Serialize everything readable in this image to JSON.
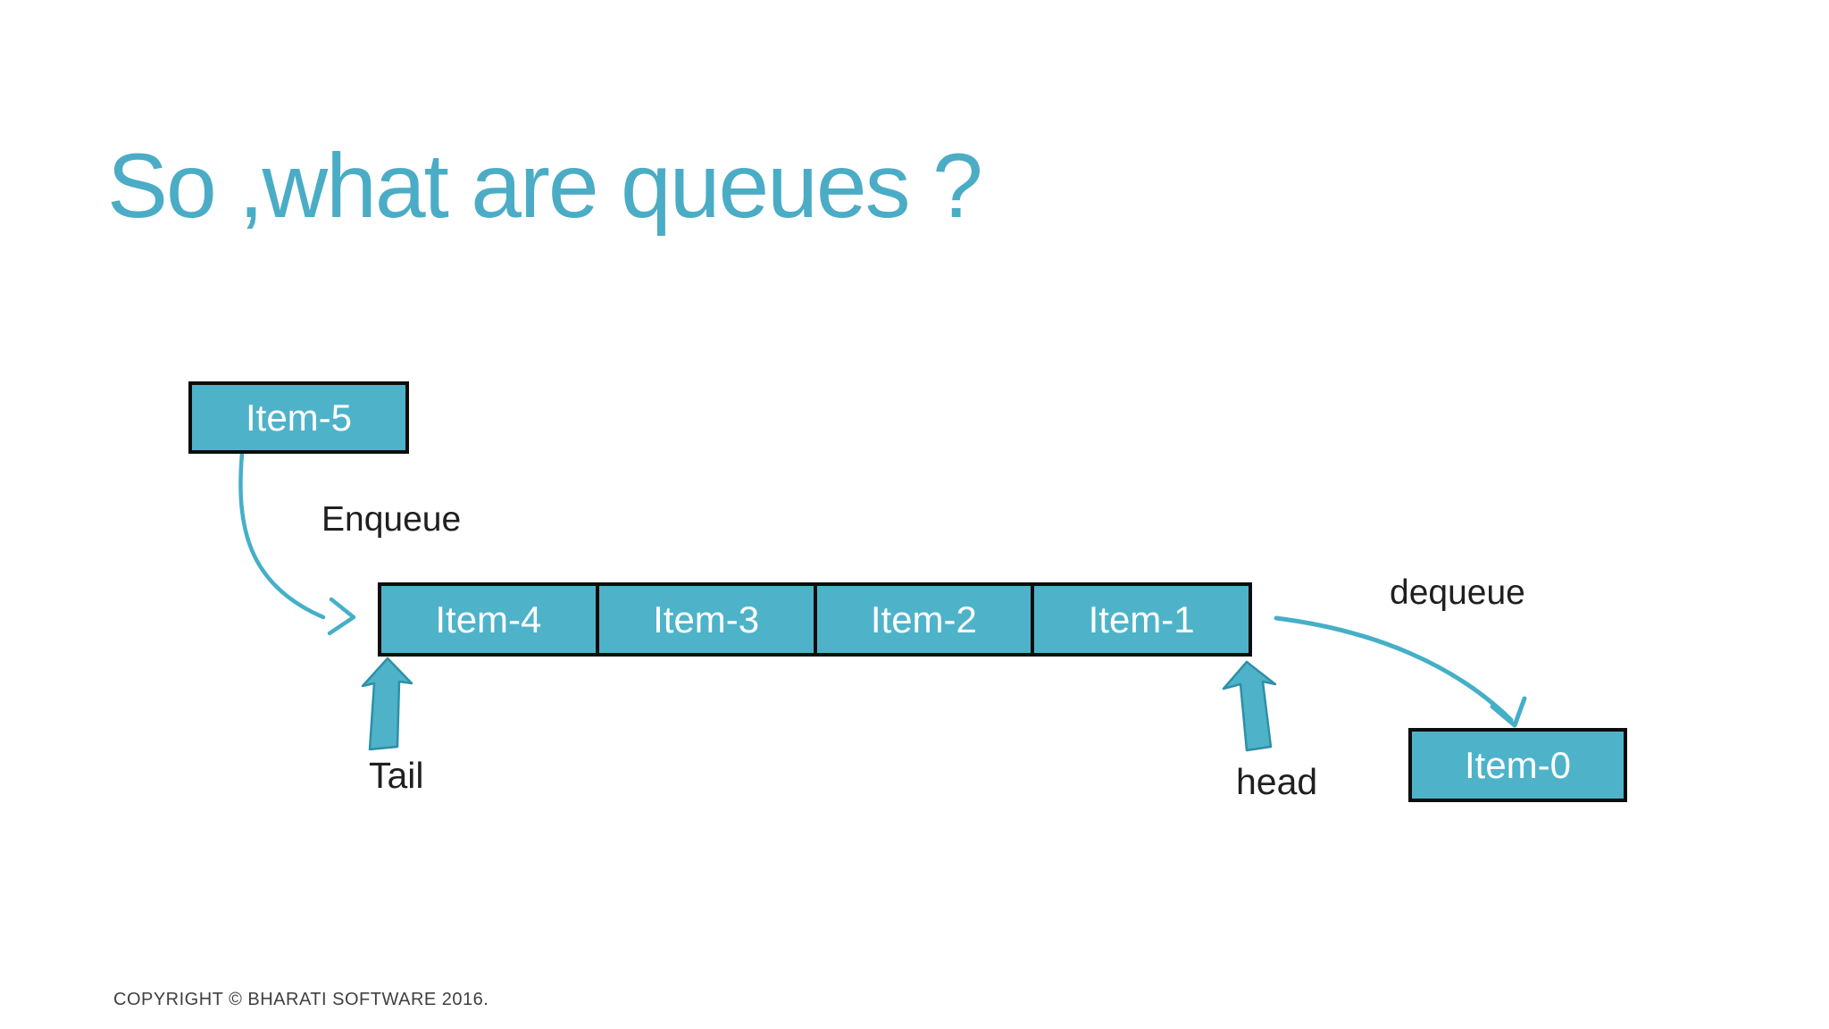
{
  "title": "So ,what are queues ?",
  "diagram": {
    "incoming_box_label": "Item-5",
    "enqueue_label": "Enqueue",
    "queue_cells": [
      "Item-4",
      "Item-3",
      "Item-2",
      "Item-1"
    ],
    "tail_label": "Tail",
    "head_label": "head",
    "dequeue_label": "dequeue",
    "outgoing_box_label": "Item-0"
  },
  "footer": {
    "copyright": "COPYRIGHT © BHARATI SOFTWARE 2016."
  },
  "colors": {
    "title_teal": "#4BACC6",
    "box_fill_teal": "#4EB3C9",
    "arrow_teal": "#45AFC8",
    "block_arrow_outline": "#2E8FA8",
    "box_border": "#0d0d0d",
    "label_text": "#1F1F1F",
    "footer_text": "#3F3F3F",
    "background": "#FFFFFF"
  }
}
